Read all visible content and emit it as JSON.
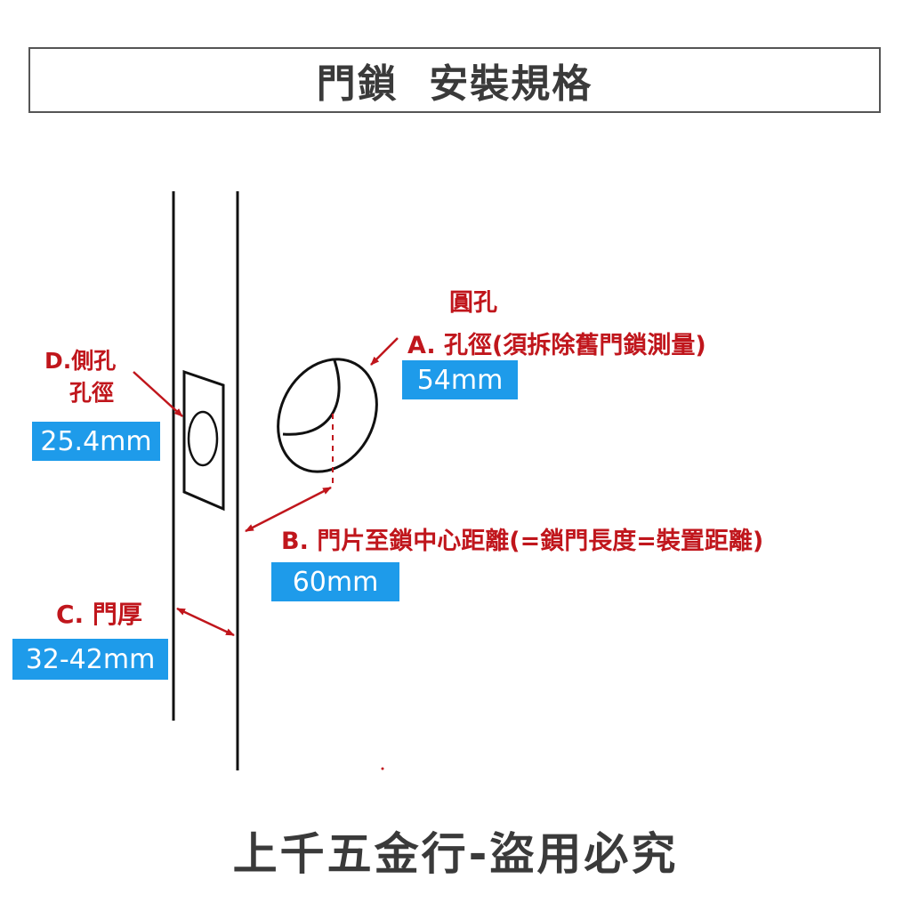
{
  "title": "門鎖  安裝規格",
  "labels": {
    "round_hole": "圓孔",
    "a": "A. 孔徑(須拆除舊門鎖測量)",
    "b": "B. 門片至鎖中心距離(=鎖門長度=裝置距離)",
    "c": "C. 門厚",
    "d_line1": "D.側孔",
    "d_line2": "孔徑"
  },
  "values": {
    "a": "54mm",
    "b": "60mm",
    "c": "32-42mm",
    "d": "25.4mm"
  },
  "footer": "上千五金行-盜用必究",
  "colors": {
    "label_red": "#c0161c",
    "value_blue": "#1e9bea",
    "line_black": "#111111"
  }
}
